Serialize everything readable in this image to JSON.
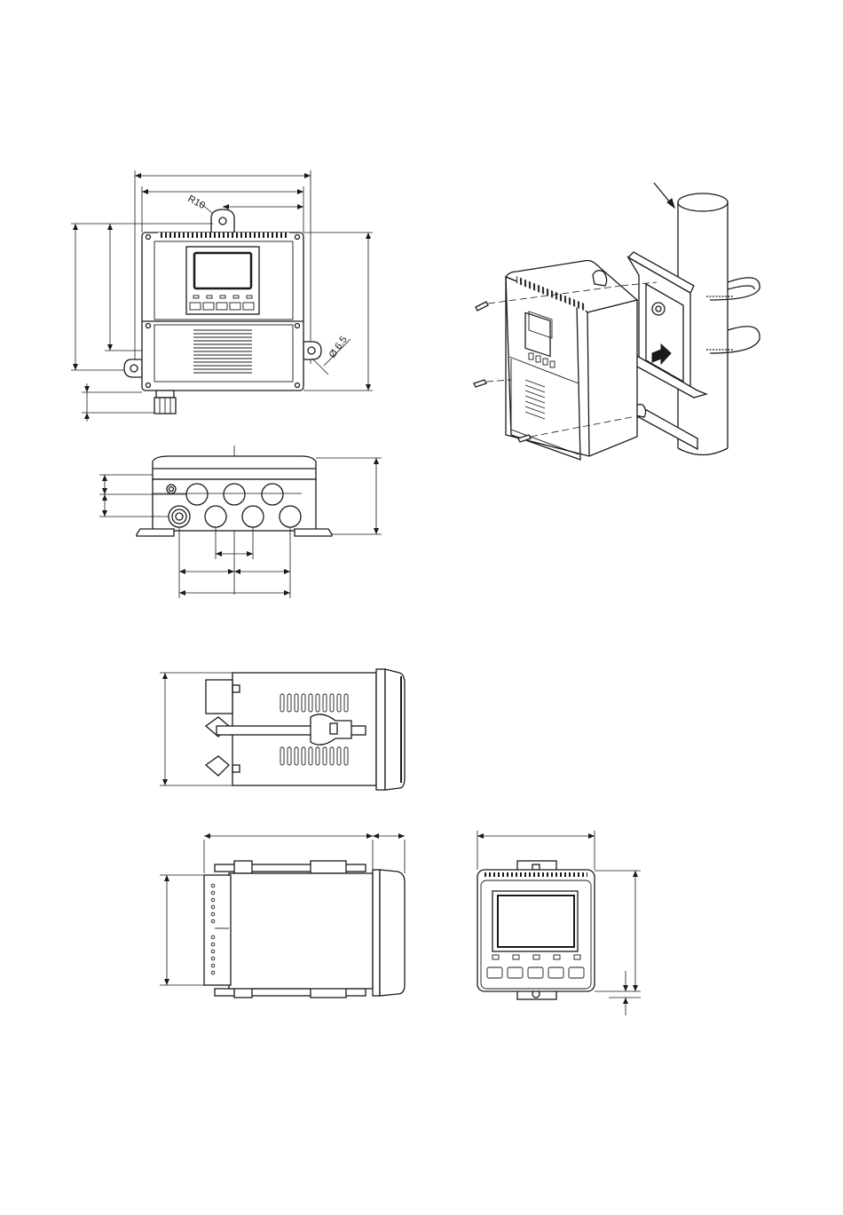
{
  "labels": {
    "radius": "R10",
    "hole_diameter": "Ø 6.5"
  },
  "colors": {
    "line": "#1a1a1a",
    "background": "#ffffff"
  },
  "views": [
    "front-view",
    "bottom-view",
    "pipe-mount-iso",
    "panel-side-view",
    "panel-top-view",
    "panel-front-view"
  ]
}
